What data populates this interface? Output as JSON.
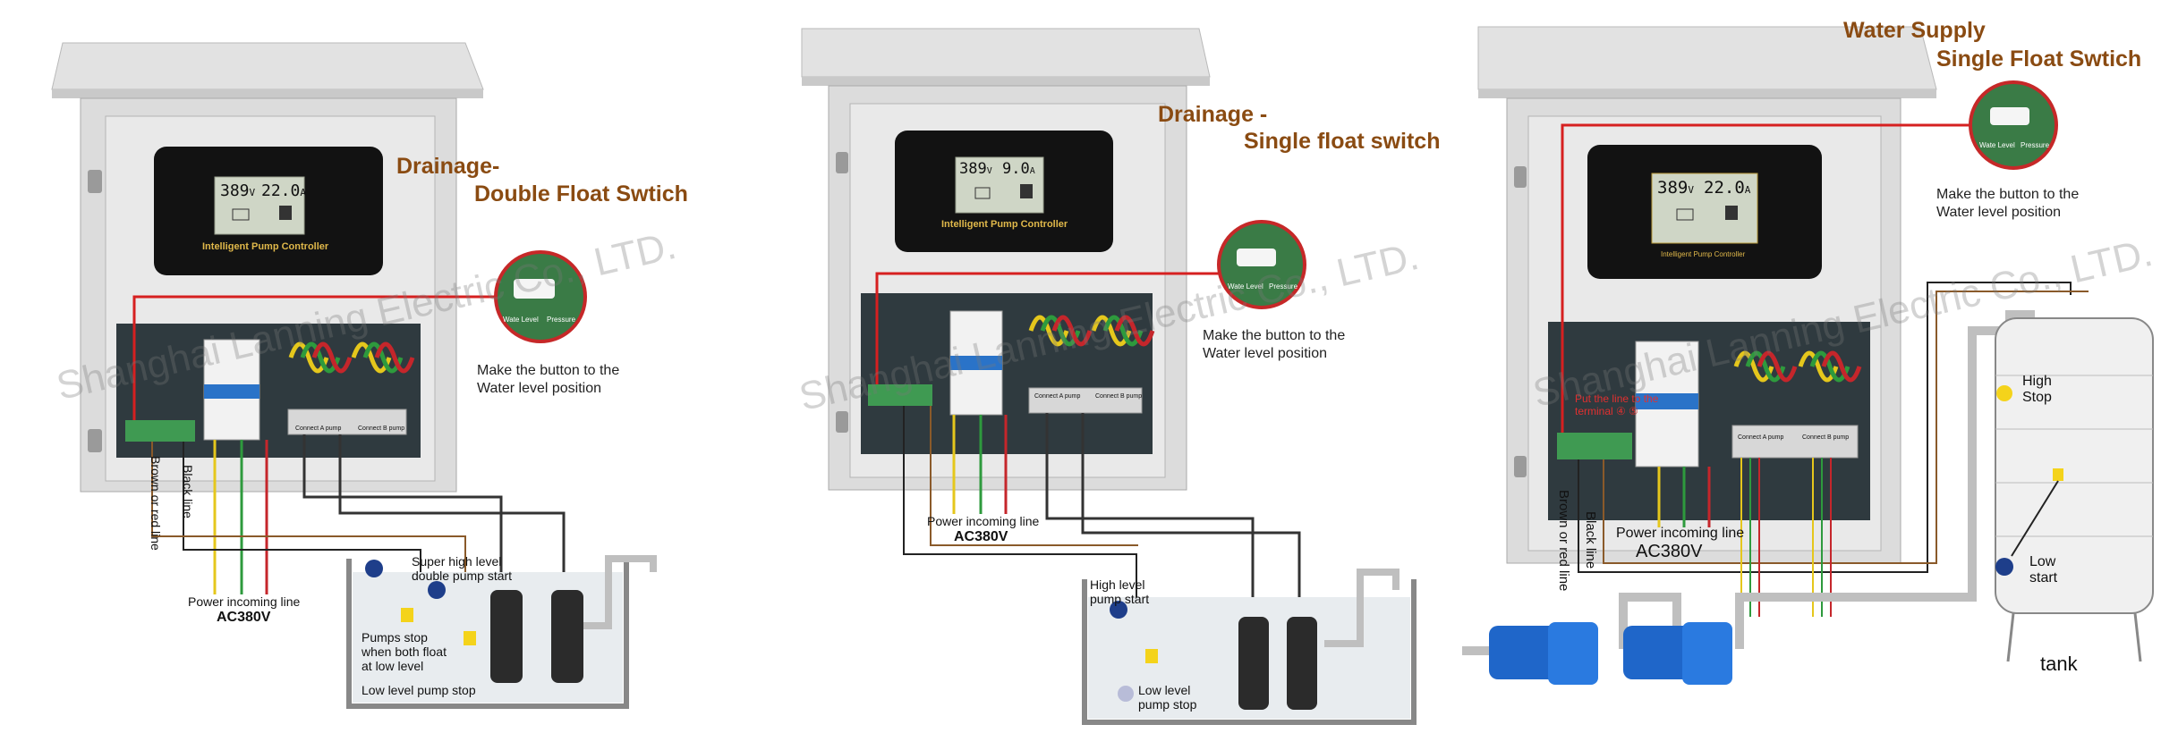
{
  "panels": [
    {
      "title_line1": "Drainage-",
      "title_line2": "Double Float Swtich",
      "controller_label": "Intelligent Pump Controller",
      "lcd_voltage": "389",
      "lcd_voltage_unit": "V",
      "lcd_current": "22.0",
      "lcd_current_unit": "A",
      "switch_left": "Wate Level",
      "switch_right": "Pressure",
      "note": "Make the button to the\nWater level position",
      "terminal_a": "Connect A pump",
      "terminal_b": "Connect B pump",
      "power_line": "Power incoming line",
      "power_voltage": "AC380V",
      "wire_black": "Black line",
      "wire_brown": "Brown or red line",
      "float_high": "Super high level\ndouble pump start",
      "float_stop": "Pumps stop\nwhen both float\nat low level",
      "float_low": "Low level pump stop",
      "watermark": "Shanghai Lanning Electric Co., LTD."
    },
    {
      "title_line1": "Drainage -",
      "title_line2": "Single float switch",
      "controller_label": "Intelligent Pump Controller",
      "lcd_voltage": "389",
      "lcd_voltage_unit": "V",
      "lcd_current": "9.0",
      "lcd_current_unit": "A",
      "switch_left": "Wate Level",
      "switch_right": "Pressure",
      "note": "Make the button to the\nWater level position",
      "terminal_a": "Connect A pump",
      "terminal_b": "Connect B pump",
      "power_line": "Power incoming line",
      "power_voltage": "AC380V",
      "float_high": "High level\npump start",
      "float_low": "Low level\npump stop",
      "watermark": "Shanghai Lanning Electric Co., LTD."
    },
    {
      "title_line1": "Water Supply",
      "title_line2": "Single Float Swtich",
      "controller_label": "Intelligent Pump Controller",
      "lcd_voltage": "389",
      "lcd_voltage_unit": "V",
      "lcd_current": "22.0",
      "lcd_current_unit": "A",
      "switch_left": "Wate Level",
      "switch_right": "Pressure",
      "note": "Make the button to the\nWater level position",
      "terminal_note": "Put the line to the\nterminal ④ ⑤",
      "terminal_a": "Connect A pump",
      "terminal_b": "Connect B pump",
      "power_line": "Power incoming line",
      "power_voltage": "AC380V",
      "wire_black": "Black line",
      "wire_brown": "Brown or red line",
      "float_high": "High\nStop",
      "float_low": "Low\nstart",
      "tank_label": "tank",
      "watermark": "Shanghai Lanning Electric Co., LTD."
    }
  ],
  "colors": {
    "title": "#8a4b12",
    "signal_wire": "#d62020",
    "cabinet": "#dcdcdc",
    "mounting_plate": "#2f3a3f",
    "breaker_blue": "#2a73c8",
    "pump_blue": "#1f66c9"
  }
}
